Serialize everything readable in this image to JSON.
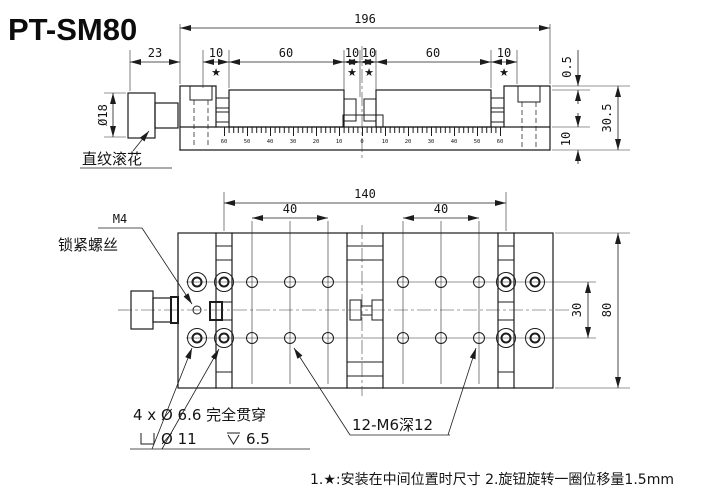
{
  "title": "PT-SM80",
  "colors": {
    "line": "#1c1c1c",
    "background": "#ffffff"
  },
  "side_view": {
    "dim_overall": "196",
    "dim_knob_len": "23",
    "dims_top": [
      "10",
      "60",
      "10",
      "10",
      "60",
      "10"
    ],
    "star": "★",
    "dim_gap": "0.5",
    "dim_height": "30.5",
    "dim_base": "10",
    "dim_knob_dia": "Ø18",
    "label_knurl": "直纹滚花",
    "ruler_ticks": [
      "60",
      "50",
      "40",
      "30",
      "20",
      "10",
      "0",
      "10",
      "20",
      "30",
      "40",
      "50",
      "60"
    ]
  },
  "plan_view": {
    "dim_overall": "140",
    "dim_left_holes": "40",
    "dim_right_holes": "40",
    "dim_row_spacing": "30",
    "dim_width": "80",
    "label_m4": "M4",
    "label_m4_name": "锁紧螺丝",
    "note_cbore_line1": "4 x Ø 6.6 完全贯穿",
    "note_cbore_dia": "Ø 11",
    "note_cbore_depth": "6.5",
    "note_m6": "12-M6深12"
  },
  "footnote": {
    "text": "1.★:安装在中间位置时尺寸 2.旋钮旋转一圈位移量1.5mm"
  }
}
